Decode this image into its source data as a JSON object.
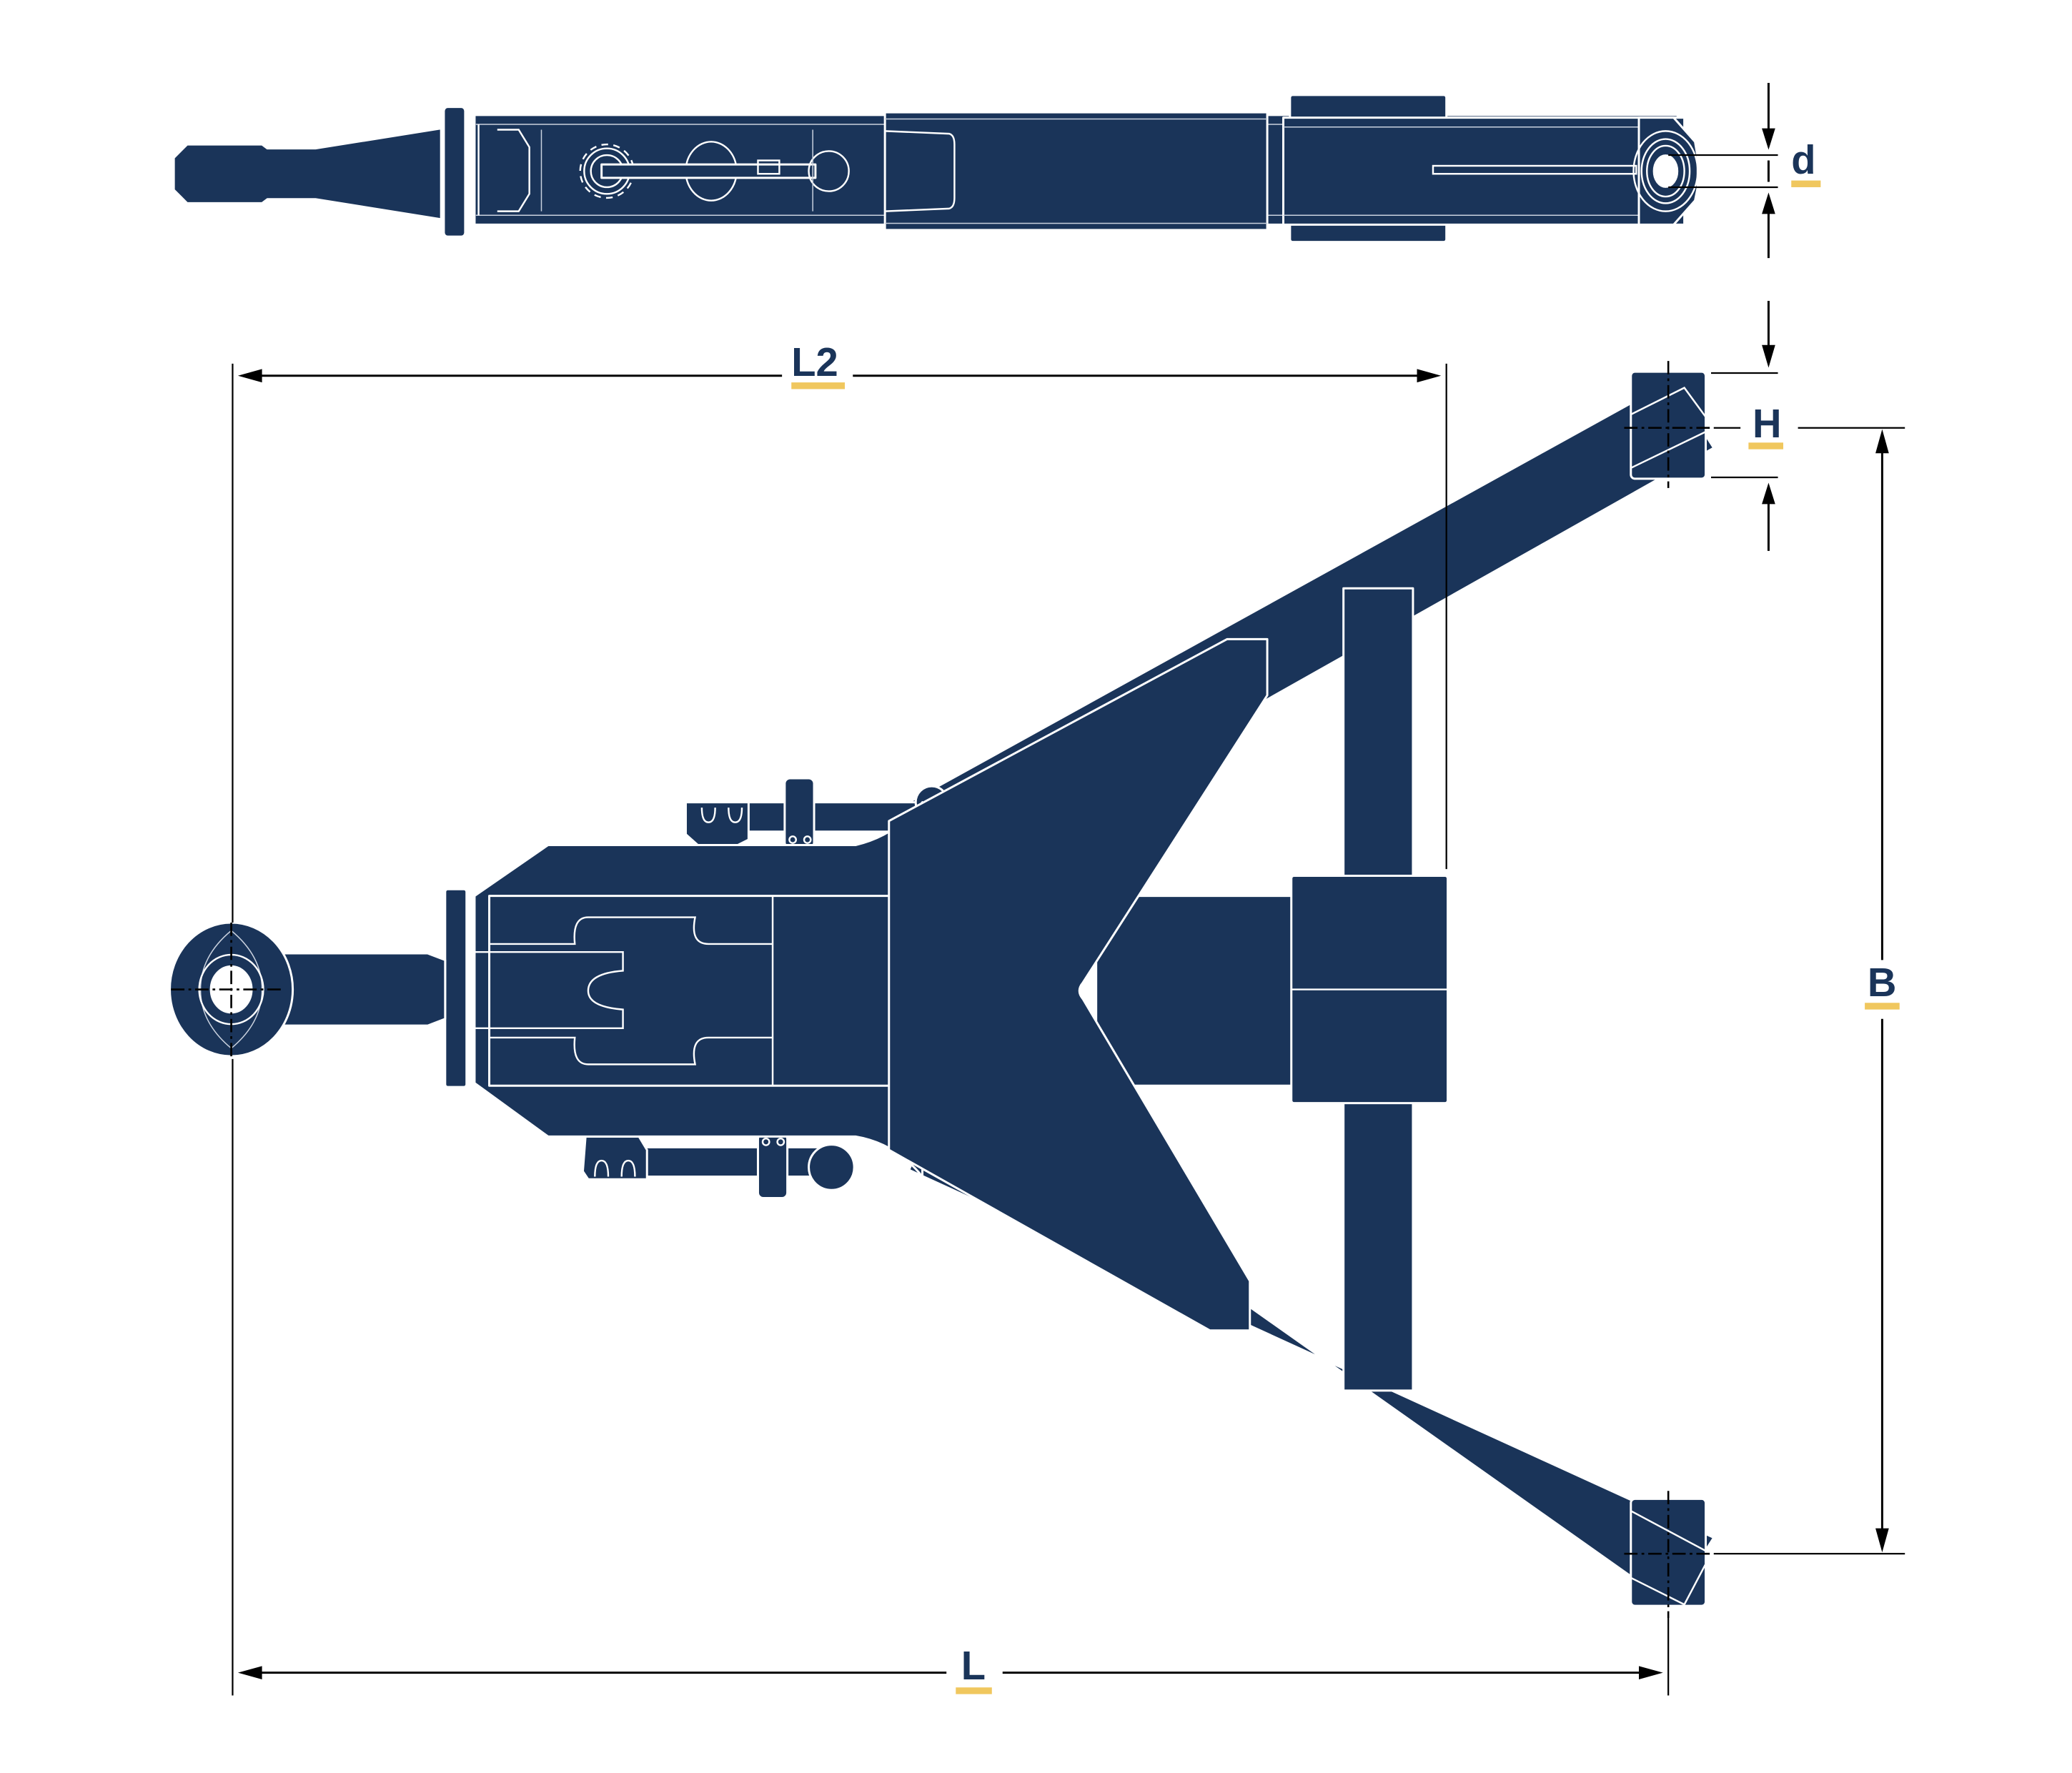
{
  "drawing": {
    "subject": "A-frame tow bar / drawbar, top view and plan view",
    "colors": {
      "part_fill": "#1a3459",
      "part_outline": "#ffffff",
      "dimension_line": "#000000",
      "label_text": "#1a3459",
      "label_underline": "#f0c75e",
      "background": "#ffffff"
    },
    "views": [
      {
        "name": "side-view",
        "description": "Profile view of drawbar with ring eye on right"
      },
      {
        "name": "plan-view",
        "description": "A-frame plan view with drawbar eye on left and two mounting lugs on right"
      }
    ]
  },
  "dimensions": {
    "d": {
      "label": "d",
      "description": "eye bore diameter (side view)"
    },
    "L2": {
      "label": "L2",
      "description": "eye center to cross member"
    },
    "H": {
      "label": "H",
      "description": "mounting lug height"
    },
    "B": {
      "label": "B",
      "description": "distance between mounting lug centers"
    },
    "L": {
      "label": "L",
      "description": "overall length eye center to lug center"
    }
  }
}
